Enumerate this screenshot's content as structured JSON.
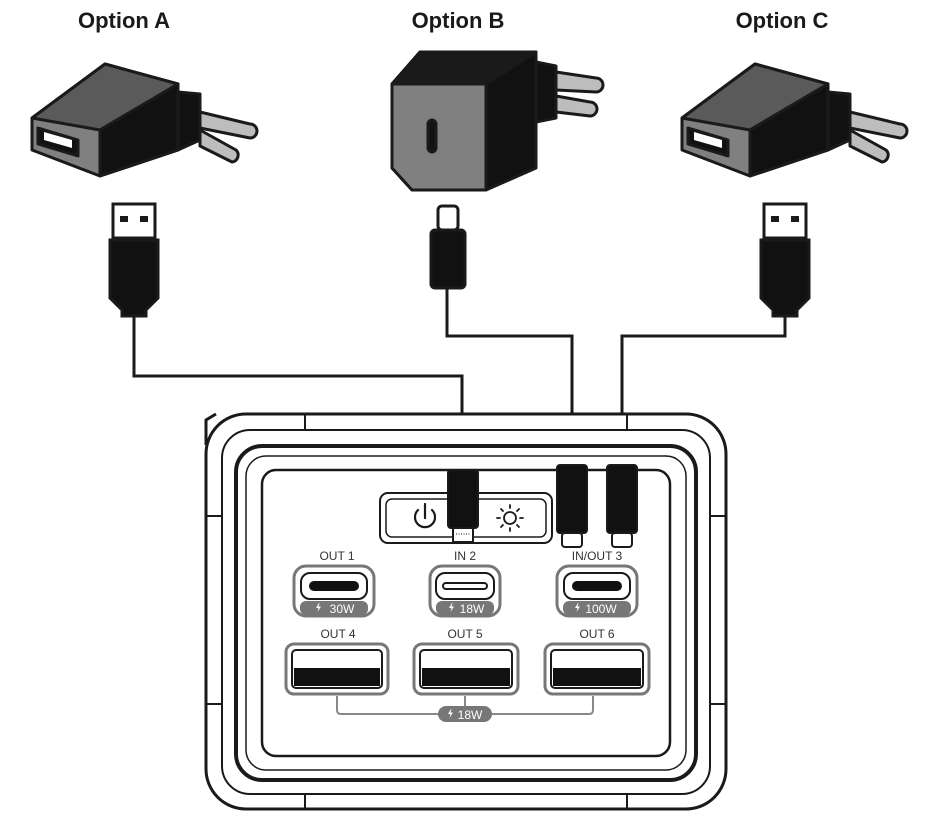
{
  "options": [
    {
      "label": "Option A"
    },
    {
      "label": "Option B"
    },
    {
      "label": "Option C"
    }
  ],
  "ports": {
    "out1": {
      "label": "OUT 1",
      "power": "30W"
    },
    "in2": {
      "label": "IN 2",
      "power": "18W"
    },
    "inout3": {
      "label": "IN/OUT 3",
      "power": "100W"
    },
    "out4": {
      "label": "OUT 4"
    },
    "out5": {
      "label": "OUT 5"
    },
    "out6": {
      "label": "OUT 6"
    },
    "usb_shared_power": "18W"
  },
  "colors": {
    "line": "#1a1a1a",
    "charger_body": "#808080",
    "charger_top": "#5a5a5a",
    "port_grey": "#777777"
  },
  "icons": [
    "power-icon",
    "sun-icon",
    "bolt-icon"
  ]
}
